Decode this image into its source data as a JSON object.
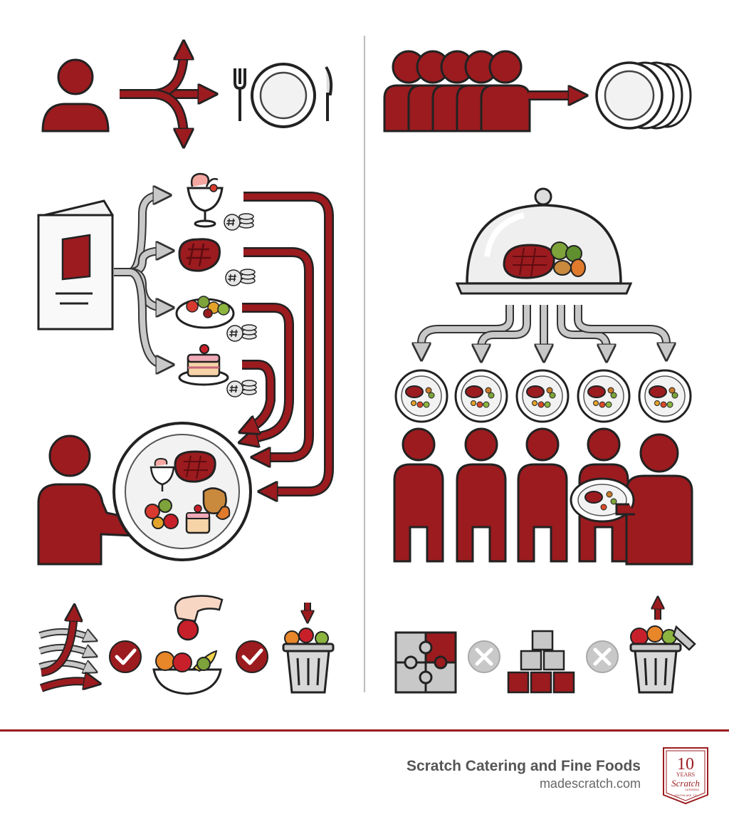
{
  "footer": {
    "brand_name": "Scratch Catering and Fine Foods",
    "brand_url": "madescratch.com",
    "seal": {
      "number": "10",
      "word": "YEARS",
      "script": "Scratch",
      "sub": "CATERING",
      "place": "SOUTHLAKE, TX"
    }
  },
  "colors": {
    "brand_red": "#9b1b1f",
    "outline": "#222222",
    "gray": "#bdbdbd",
    "plate": "#f2f2f2"
  },
  "icons": [
    "person-icon",
    "split-arrow-icon",
    "place-setting-icon",
    "menu-icon",
    "shrimp-cocktail-icon",
    "steak-icon",
    "salad-icon",
    "cake-icon",
    "price-coins-icon",
    "combined-plate-icon",
    "crowd-icon",
    "plate-stack-icon",
    "cloche-icon",
    "served-plate-icon",
    "waiter-icon",
    "check-icon",
    "cross-icon",
    "fruit-bowl-icon",
    "trash-bin-icon",
    "puzzle-icon",
    "blocks-icon",
    "arrows-icon"
  ]
}
